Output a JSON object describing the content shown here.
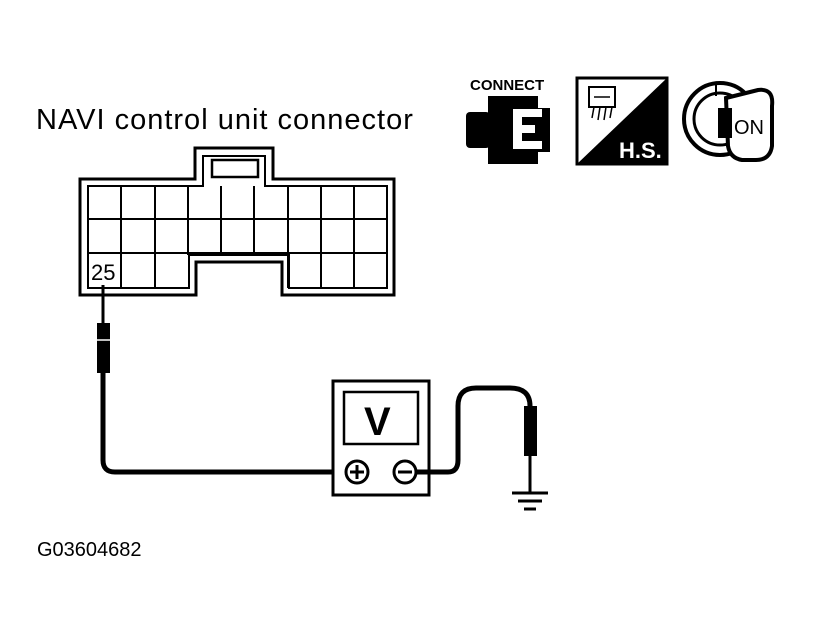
{
  "diagram": {
    "title": "NAVI control unit connector",
    "terminal_number": "25",
    "figure_id": "G03604682",
    "meter_letter": "V",
    "plus_symbol": "+",
    "minus_symbol": "−"
  },
  "icons": {
    "connect_label": "CONNECT",
    "harness_side_label": "H.S.",
    "ignition_label": "ON"
  },
  "colors": {
    "ink": "#000000",
    "background": "#ffffff"
  }
}
